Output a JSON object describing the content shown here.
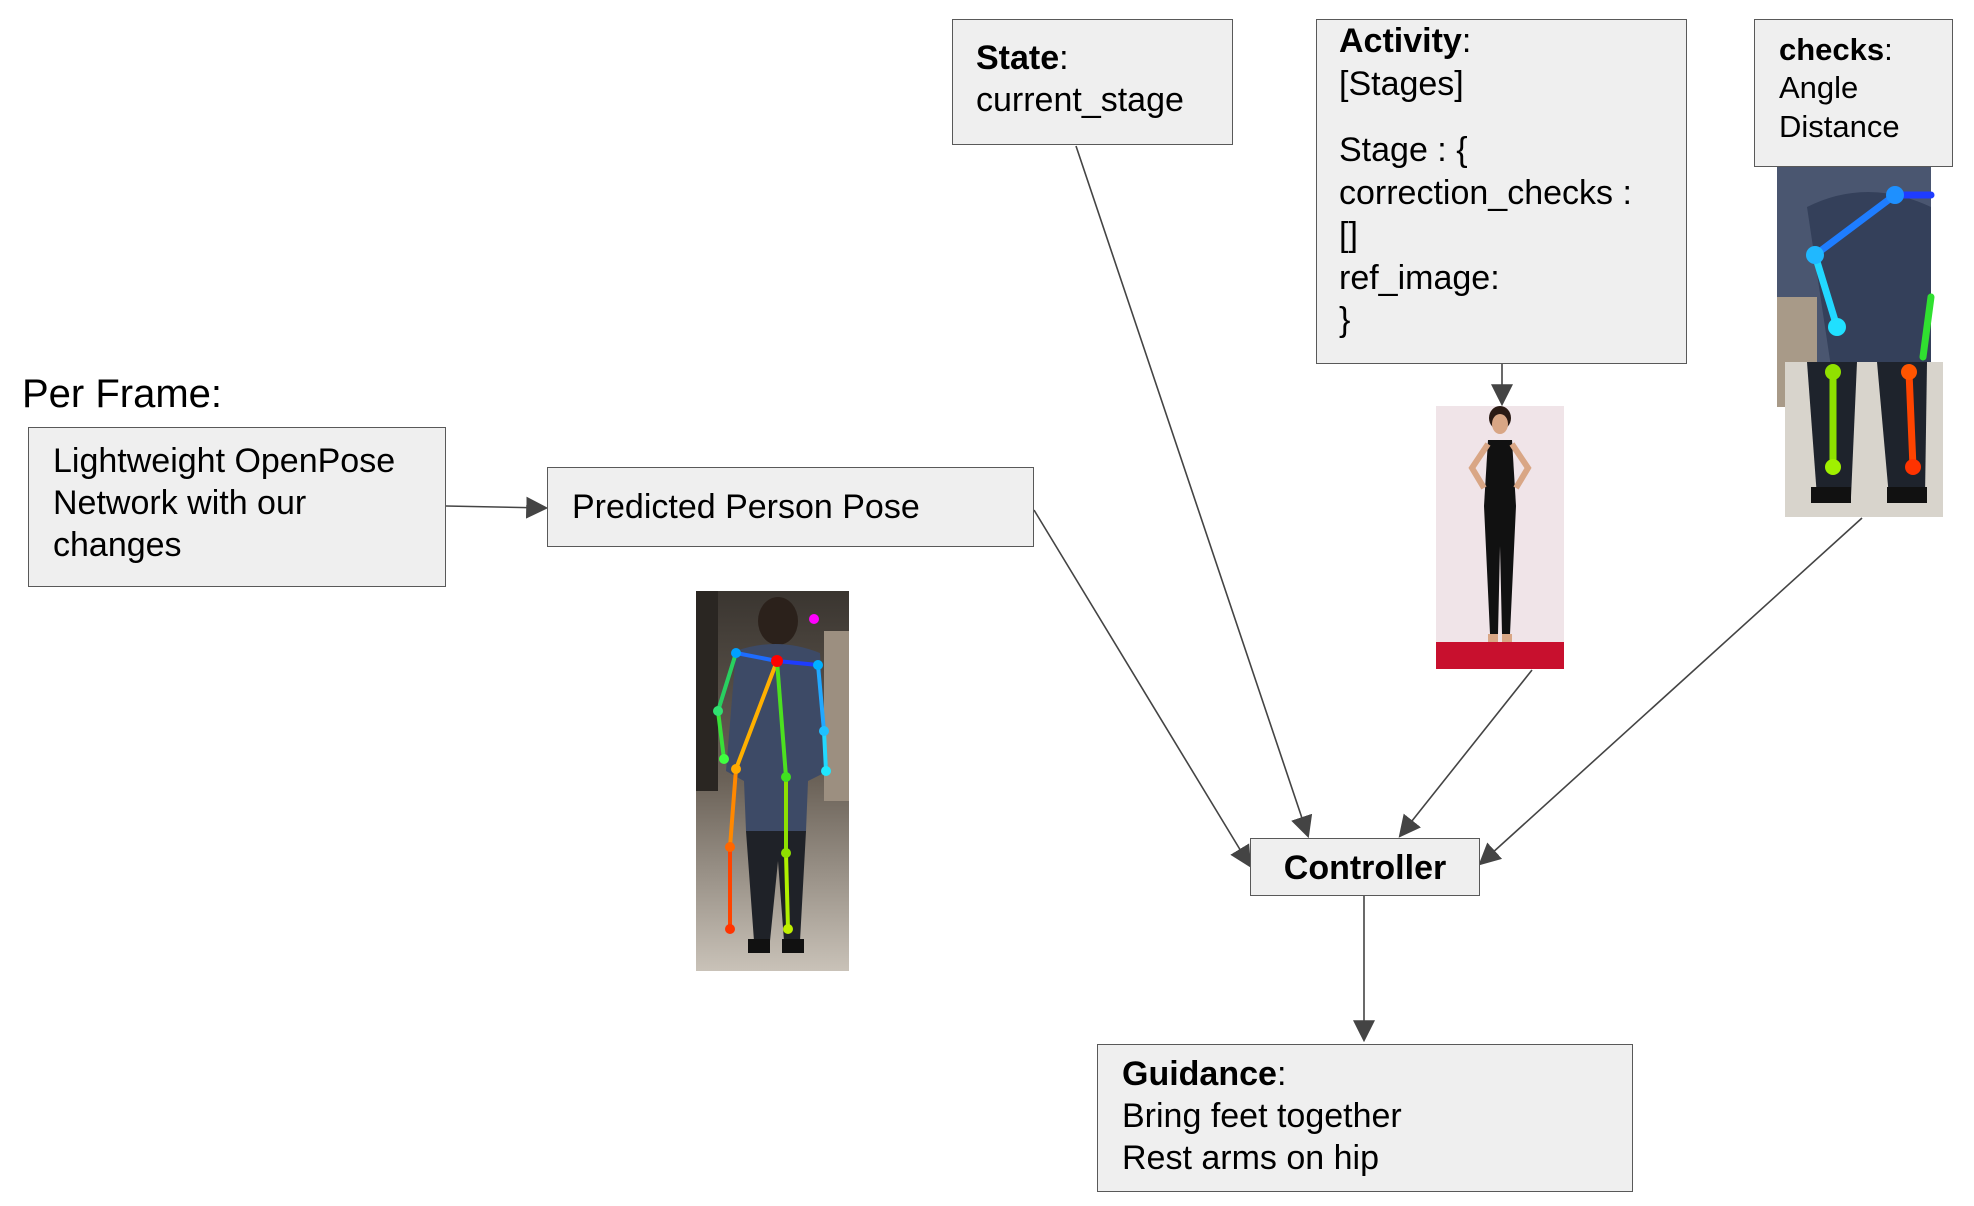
{
  "per_frame_label": "Per Frame:",
  "network_box": {
    "lines": [
      "Lightweight OpenPose",
      "Network with our",
      "changes"
    ]
  },
  "pose_box": {
    "text": "Predicted Person Pose"
  },
  "state_box": {
    "heading": "State",
    "colon": ":",
    "lines": [
      "current_stage"
    ]
  },
  "activity_box": {
    "heading": "Activity",
    "colon": ":",
    "lines": [
      "[Stages]",
      "",
      "Stage : {",
      "correction_checks :",
      "[]",
      "ref_image:",
      "}"
    ]
  },
  "checks_box": {
    "heading": "checks",
    "colon": ":",
    "lines": [
      "Angle",
      "Distance"
    ]
  },
  "controller_box": {
    "heading": "Controller"
  },
  "guidance_box": {
    "heading": "Guidance",
    "colon": ":",
    "lines": [
      "Bring feet together",
      "Rest arms on hip"
    ]
  },
  "images": {
    "predicted_pose": "skeleton-overlay-person-photo",
    "reference_pose": "reference-woman-standing-photo",
    "check_crop": "leg-skeleton-crop-photo"
  },
  "colors": {
    "box_fill": "#efefef",
    "box_border": "#595959",
    "arrow": "#444444"
  }
}
